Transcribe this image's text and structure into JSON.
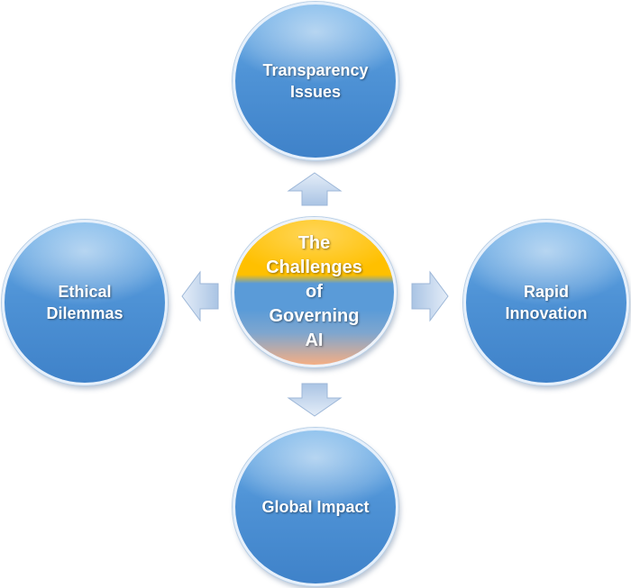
{
  "diagram": {
    "center": {
      "label": "The\nChallenges\nof\nGoverning\nAI"
    },
    "nodes": {
      "top": {
        "label": "Transparency\nIssues"
      },
      "left": {
        "label": "Ethical\nDilemmas"
      },
      "right": {
        "label": "Rapid\nInnovation"
      },
      "bottom": {
        "label": "Global Impact"
      }
    }
  },
  "colors": {
    "node_blue": "#4f93d6",
    "center_gold": "#ffc000",
    "center_peach": "#f4ae84",
    "arrow_fill": "#c9daf0"
  }
}
